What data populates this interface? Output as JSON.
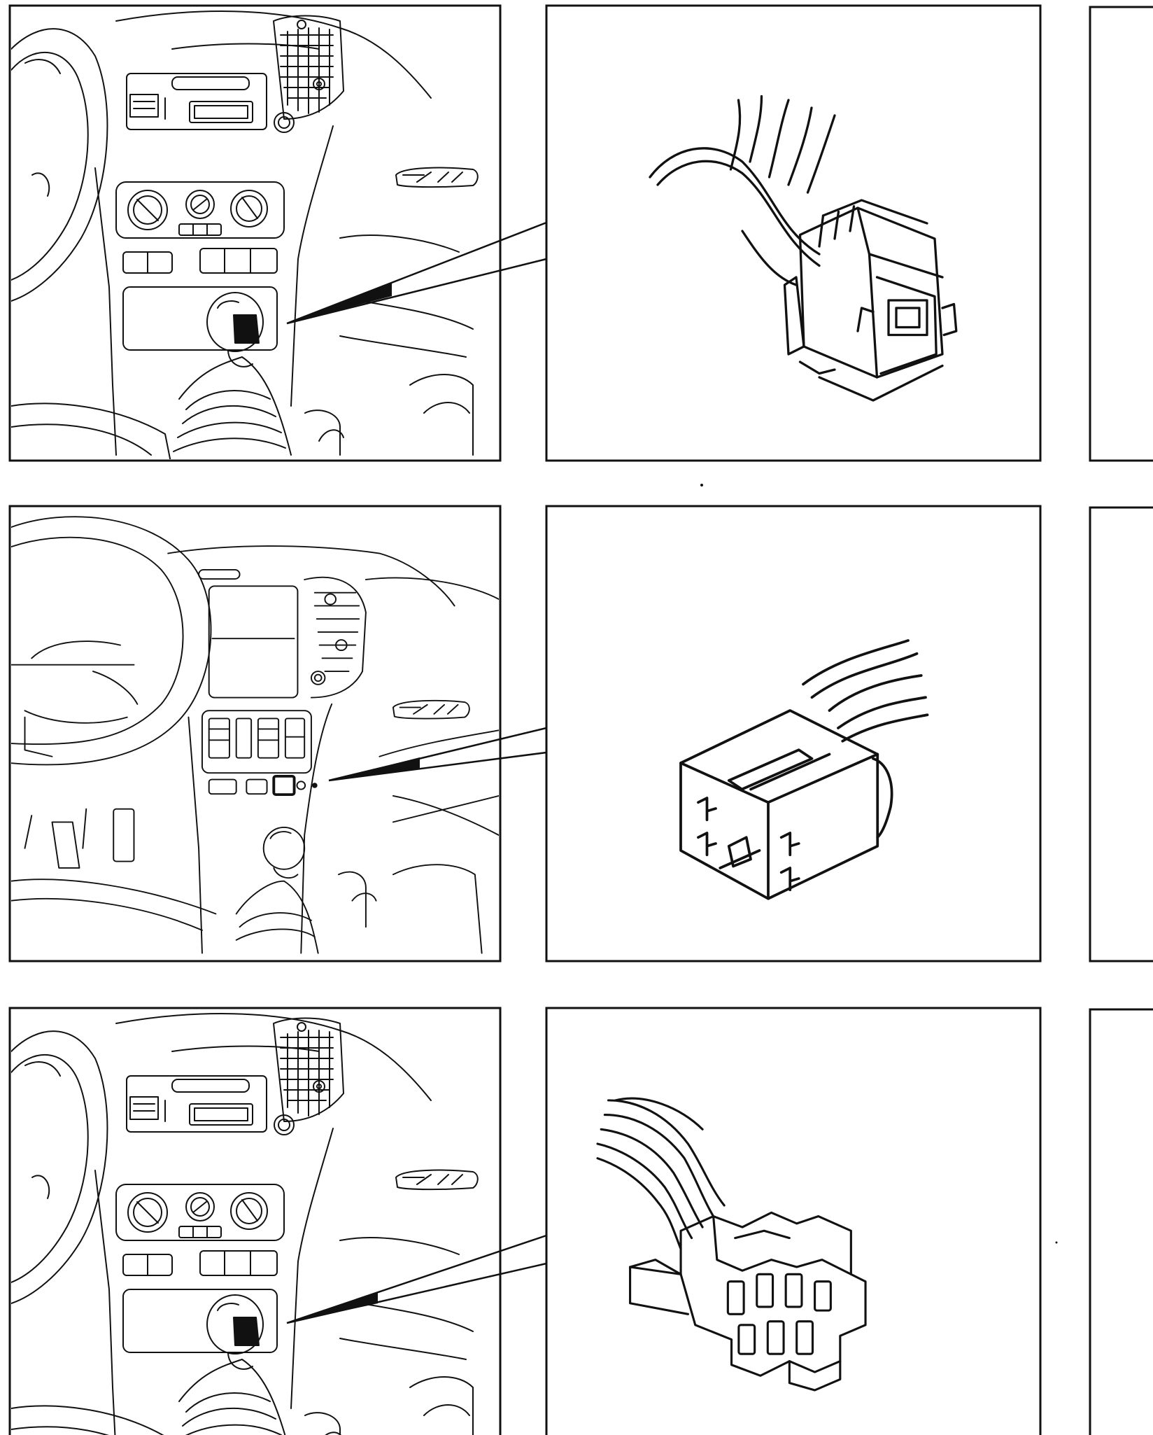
{
  "page": {
    "background": "#ffffff",
    "ink": "#111111"
  },
  "rows": [
    {
      "location_view": {
        "icon": "car-interior-center-console-icon",
        "highlight": "gear-knob-base"
      },
      "detail_view": {
        "icon": "multi-pin-connector-icon",
        "connector": "rectangular-with-latch"
      },
      "third_panel": {
        "icon": "empty-panel-icon"
      }
    },
    {
      "location_view": {
        "icon": "car-interior-dashboard-switch-icon",
        "highlight": "center-console-switch"
      },
      "detail_view": {
        "icon": "four-pin-connector-icon",
        "connector": "square-four-pin"
      },
      "third_panel": {
        "icon": "empty-panel-icon"
      }
    },
    {
      "location_view": {
        "icon": "car-interior-center-console-icon",
        "highlight": "gear-knob-base"
      },
      "detail_view": {
        "icon": "multi-pin-connector-icon",
        "connector": "stepped-housing-multi-pin"
      },
      "third_panel": {
        "icon": "empty-panel-icon"
      }
    }
  ]
}
